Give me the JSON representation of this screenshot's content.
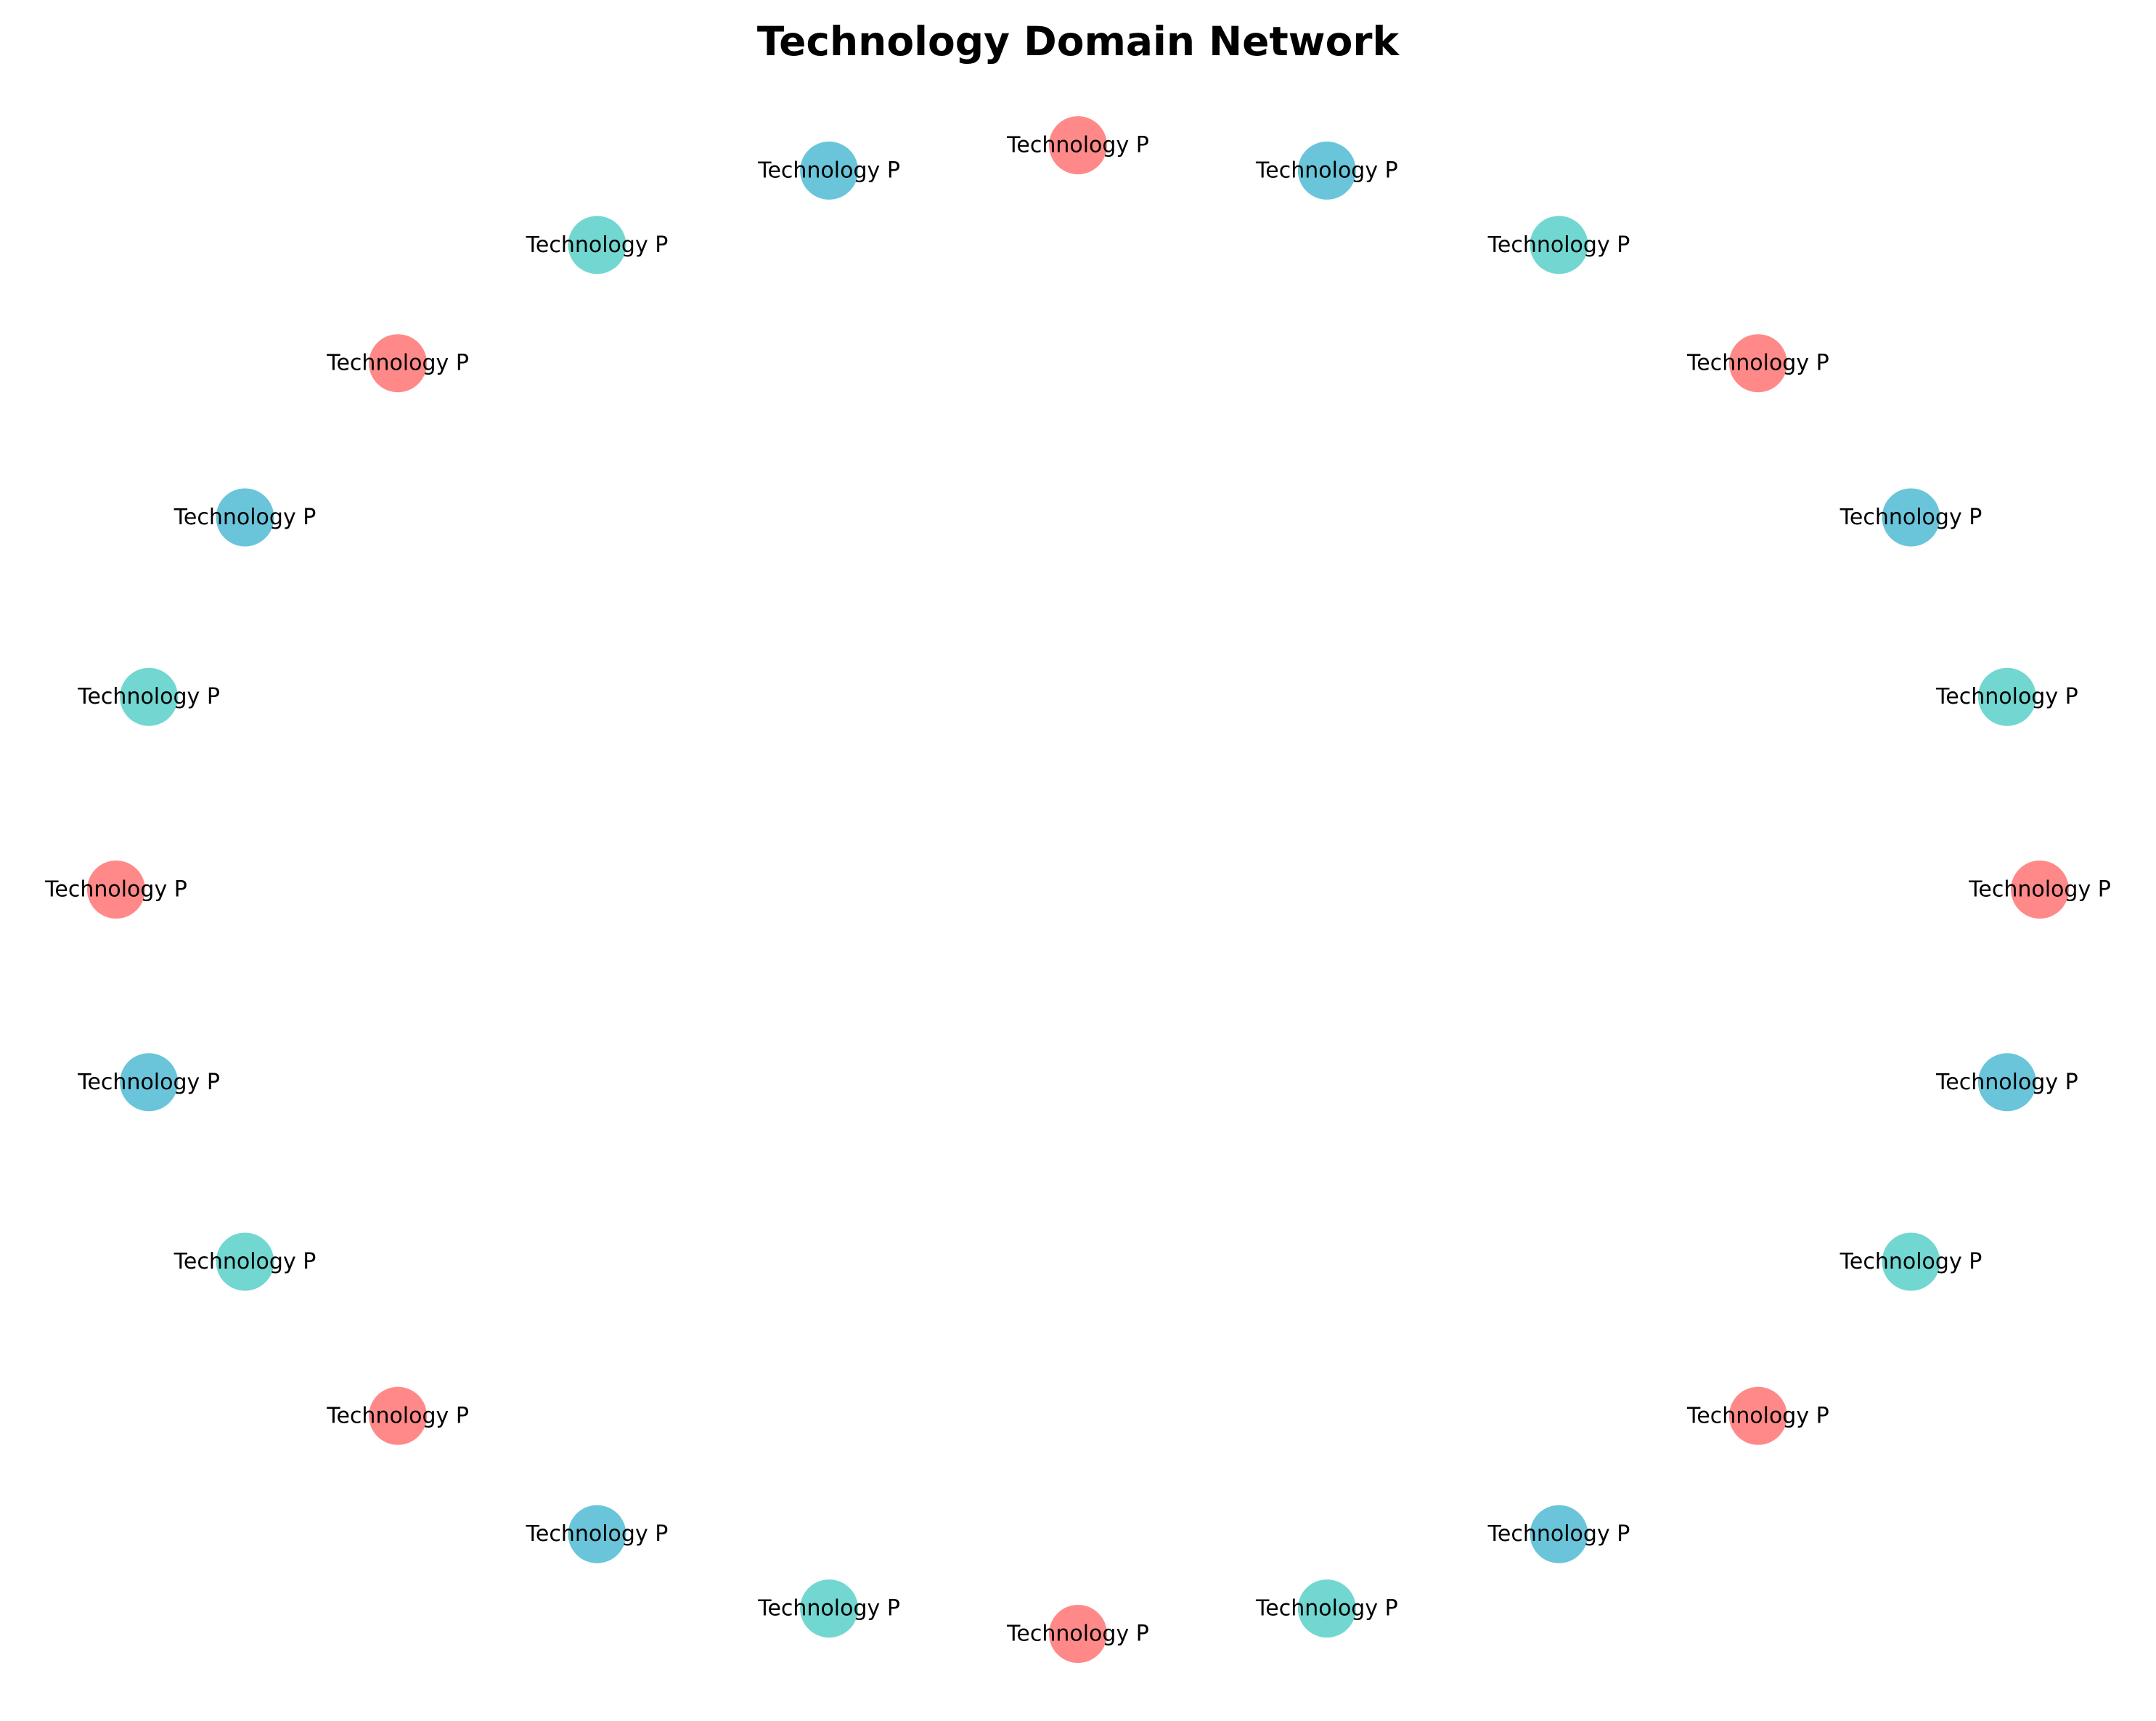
{
  "title": "Technology Domain Network",
  "colors": {
    "red": "#FF6B6B",
    "teal": "#4ECDC4",
    "blue": "#45B7D1"
  },
  "nodes": [
    {
      "label": "Technology P",
      "color": "red"
    },
    {
      "label": "Technology P",
      "color": "blue"
    },
    {
      "label": "Technology P",
      "color": "teal"
    },
    {
      "label": "Technology P",
      "color": "red"
    },
    {
      "label": "Technology P",
      "color": "blue"
    },
    {
      "label": "Technology P",
      "color": "teal"
    },
    {
      "label": "Technology P",
      "color": "red"
    },
    {
      "label": "Technology P",
      "color": "blue"
    },
    {
      "label": "Technology P",
      "color": "teal"
    },
    {
      "label": "Technology P",
      "color": "red"
    },
    {
      "label": "Technology P",
      "color": "blue"
    },
    {
      "label": "Technology P",
      "color": "teal"
    },
    {
      "label": "Technology P",
      "color": "red"
    },
    {
      "label": "Technology P",
      "color": "teal"
    },
    {
      "label": "Technology P",
      "color": "blue"
    },
    {
      "label": "Technology P",
      "color": "red"
    },
    {
      "label": "Technology P",
      "color": "teal"
    },
    {
      "label": "Technology P",
      "color": "blue"
    },
    {
      "label": "Technology P",
      "color": "red"
    },
    {
      "label": "Technology P",
      "color": "teal"
    },
    {
      "label": "Technology P",
      "color": "blue"
    },
    {
      "label": "Technology P",
      "color": "red"
    },
    {
      "label": "Technology P",
      "color": "teal"
    },
    {
      "label": "Technology P",
      "color": "blue"
    }
  ]
}
